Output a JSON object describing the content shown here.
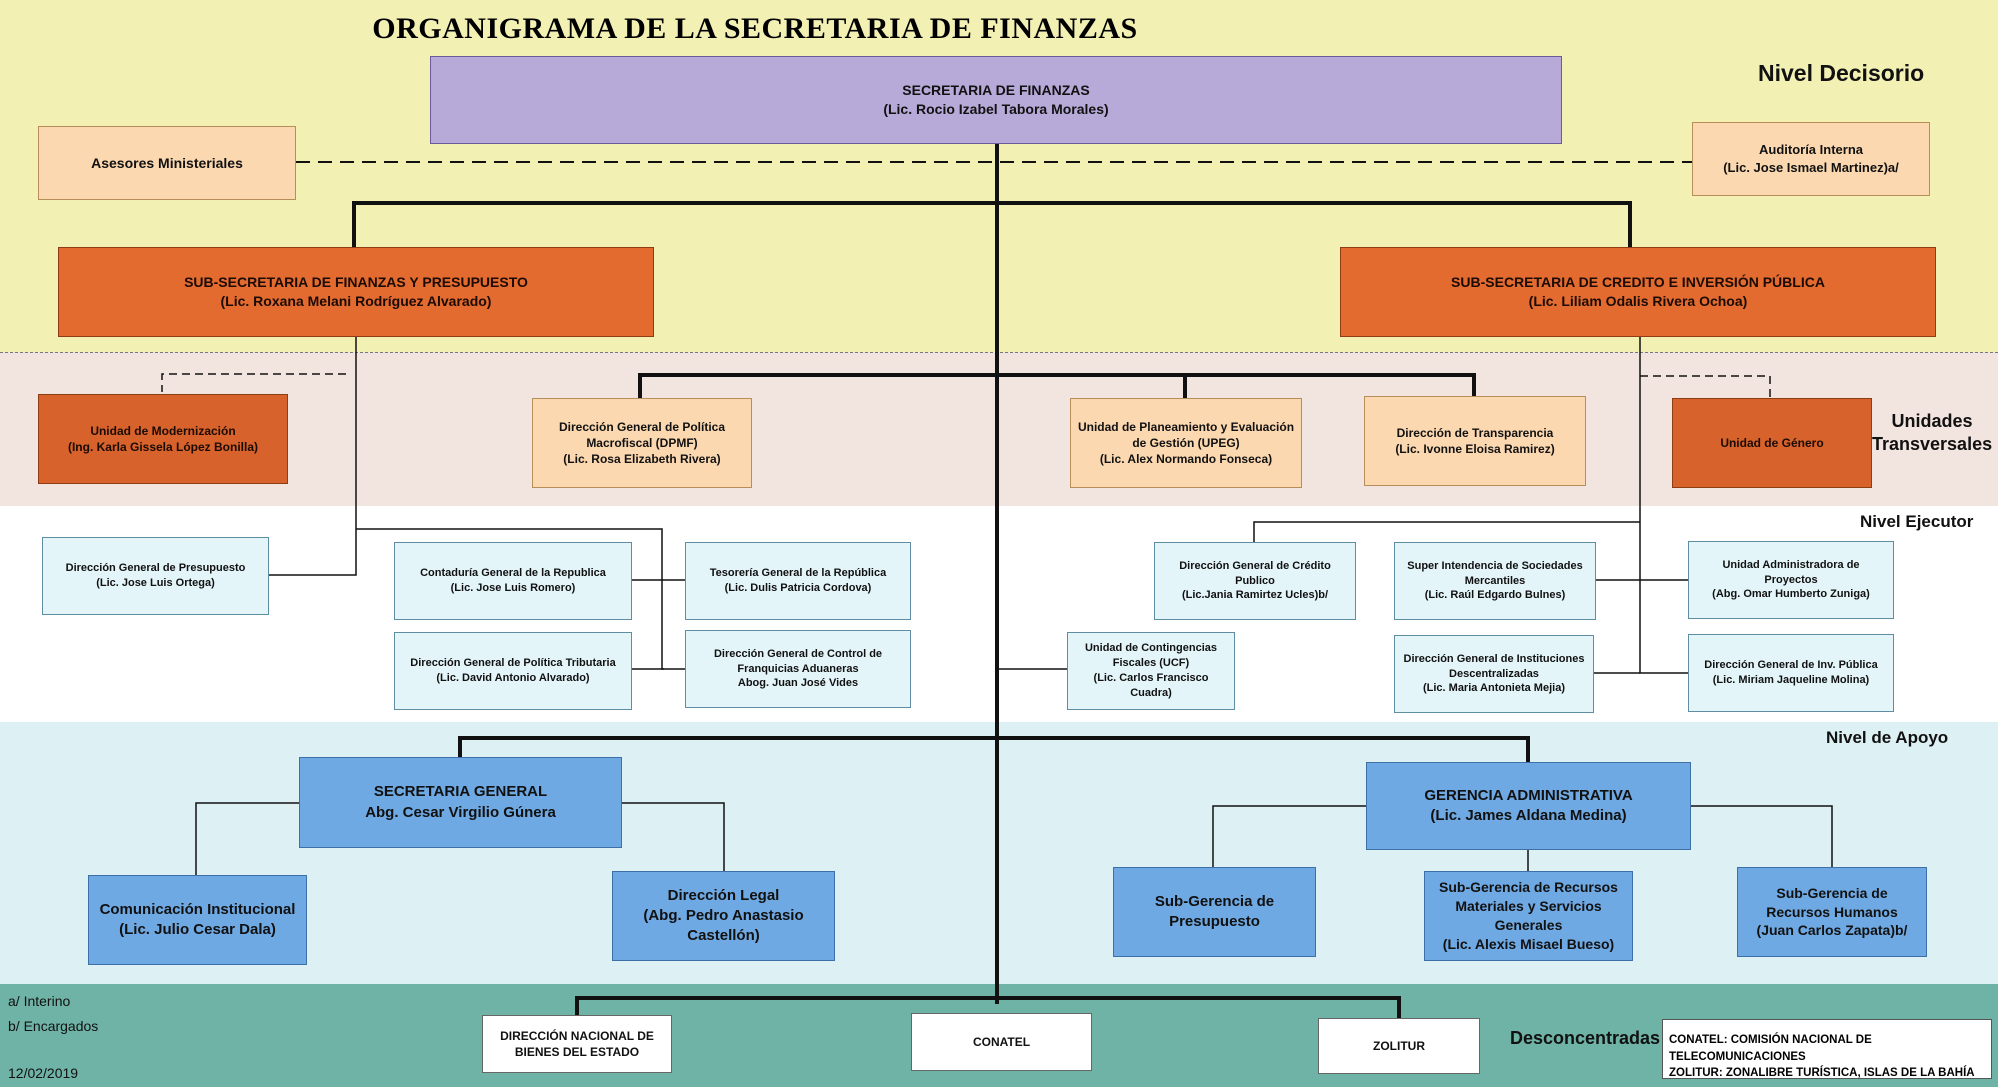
{
  "title": "ORGANIGRAMA DE LA SECRETARIA DE FINANZAS",
  "levels": {
    "decisorio": "Nivel Decisorio",
    "transversales": "Unidades Transversales",
    "ejecutor": "Nivel Ejecutor",
    "apoyo": "Nivel de Apoyo",
    "desconcentradas": "Desconcentradas"
  },
  "decisorio": {
    "secretaria": {
      "name": "SECRETARIA DE FINANZAS",
      "head": "(Lic. Rocio Izabel Tabora Morales)"
    },
    "asesores": "Asesores Ministeriales",
    "auditoria": {
      "name": "Auditoría Interna",
      "head": "(Lic. Jose Ismael Martinez)a/"
    },
    "subfinanzas": {
      "name": "SUB-SECRETARIA DE FINANZAS Y PRESUPUESTO",
      "head": "(Lic. Roxana Melani Rodríguez Alvarado)"
    },
    "subcredito": {
      "name": "SUB-SECRETARIA DE CREDITO E INVERSIÓN PÚBLICA",
      "head": "(Lic. Liliam Odalis Rivera Ochoa)"
    }
  },
  "transversales": {
    "modernizacion": {
      "name": "Unidad de Modernización",
      "head": "(Ing. Karla Gissela López Bonilla)"
    },
    "dpmf": {
      "name": "Dirección General de Política Macrofiscal (DPMF)",
      "head": "(Lic. Rosa Elizabeth Rivera)"
    },
    "upeg": {
      "name": "Unidad de Planeamiento y Evaluación de Gestión (UPEG)",
      "head": "(Lic. Alex Normando Fonseca)"
    },
    "transparencia": {
      "name": "Dirección de Transparencia",
      "head": "(Lic. Ivonne Eloisa Ramirez)"
    },
    "genero": {
      "name": "Unidad de Género"
    }
  },
  "ejecutor": {
    "presupuesto": {
      "name": "Dirección General de Presupuesto",
      "head": "(Lic. Jose Luis Ortega)"
    },
    "contaduria": {
      "name": "Contaduría General de la Republica",
      "head": "(Lic. Jose Luis Romero)"
    },
    "tesoreria": {
      "name": "Tesorería General de la República",
      "head": "(Lic. Dulis Patricia Cordova)"
    },
    "tributaria": {
      "name": "Dirección General de Política Tributaria",
      "head": "(Lic. David Antonio Alvarado)"
    },
    "franquicias": {
      "name": "Dirección General de Control de Franquicias Aduaneras",
      "head": "Abog. Juan José Vides"
    },
    "ucf": {
      "name": "Unidad de Contingencias Fiscales (UCF)",
      "head": "(Lic. Carlos Francisco Cuadra)"
    },
    "credito": {
      "name": "Dirección General de Crédito Publico",
      "head": "(Lic.Jania Ramirtez Ucles)b/"
    },
    "sociedades": {
      "name": "Super Intendencia de Sociedades Mercantiles",
      "head": "(Lic. Raúl Edgardo Bulnes)"
    },
    "proyectos": {
      "name": "Unidad Administradora de Proyectos",
      "head": "(Abg. Omar Humberto Zuniga)"
    },
    "descentralizadas": {
      "name": "Dirección General de Instituciones Descentralizadas",
      "head": "(Lic. Maria Antonieta Mejia)"
    },
    "invpublica": {
      "name": "Dirección General de Inv. Pública",
      "head": "(Lic. Miriam Jaqueline Molina)"
    }
  },
  "apoyo": {
    "secgeneral": {
      "name": "SECRETARIA GENERAL",
      "head": "Abg. Cesar Virgilio Gúnera"
    },
    "gerencia": {
      "name": "GERENCIA ADMINISTRATIVA",
      "head": "(Lic. James Aldana Medina)"
    },
    "comunicacion": {
      "name": "Comunicación Institucional",
      "head": "(Lic. Julio Cesar Dala)"
    },
    "legal": {
      "name": "Dirección Legal",
      "head": "(Abg. Pedro Anastasio Castellón)"
    },
    "subpresupuesto": {
      "name": "Sub-Gerencia de Presupuesto"
    },
    "recmateriales": {
      "name": "Sub-Gerencia de Recursos Materiales y Servicios Generales",
      "head": "(Lic. Alexis Misael Bueso)"
    },
    "rechumanos": {
      "name": "Sub-Gerencia de Recursos Humanos",
      "head": "(Juan Carlos Zapata)b/"
    }
  },
  "desconcentradas": {
    "bienes": "DIRECCIÓN NACIONAL DE BIENES DEL ESTADO",
    "conatel": "CONATEL",
    "zolitur": "ZOLITUR"
  },
  "legend": {
    "conatel": "CONATEL: COMISIÓN NACIONAL DE TELECOMUNICACIONES",
    "zolitur": "ZOLITUR: ZONALIBRE TURÍSTICA, ISLAS DE LA BAHÍA"
  },
  "notes": {
    "interino": "a/ Interino",
    "encargados": "b/ Encargados",
    "date": "12/02/2019"
  }
}
